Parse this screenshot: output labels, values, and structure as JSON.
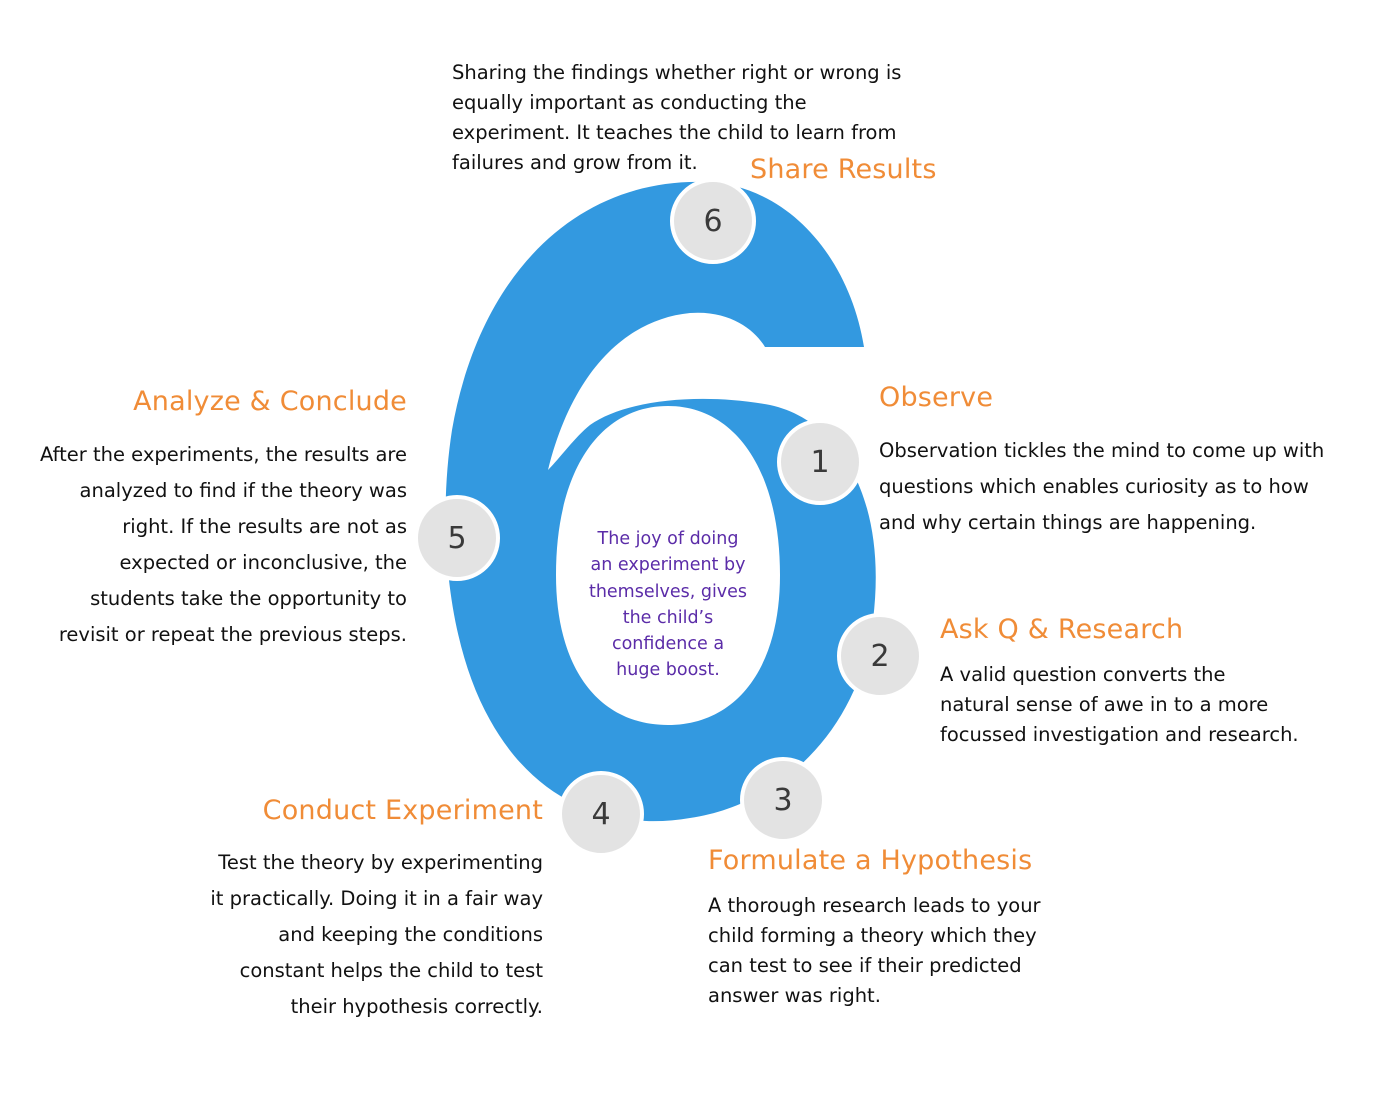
{
  "center_text": [
    "The joy of doing",
    "an experiment by",
    "themselves, gives",
    "the child’s",
    "confidence a",
    "huge boost."
  ],
  "steps": [
    {
      "number": "1",
      "title": "Observe",
      "lines": [
        "Observation tickles the mind to come up with",
        "questions which enables curiosity as to how",
        "and why certain things are happening."
      ]
    },
    {
      "number": "2",
      "title": "Ask Q & Research",
      "lines": [
        "A valid question converts the",
        "natural sense of awe in to a more",
        "focussed investigation and research."
      ]
    },
    {
      "number": "3",
      "title": "Formulate a Hypothesis",
      "lines": [
        "A thorough research leads to your",
        "child forming a theory which they",
        "can test to see if their predicted",
        "answer was right."
      ]
    },
    {
      "number": "4",
      "title": "Conduct Experiment",
      "lines": [
        "Test the theory by experimenting",
        "it practically. Doing it in a fair way",
        "and keeping the conditions",
        "constant helps the child to test",
        "their hypothesis correctly."
      ]
    },
    {
      "number": "5",
      "title": "Analyze & Conclude",
      "lines": [
        "After the experiments, the results are",
        "analyzed to find if the theory was",
        "right. If the results are not as",
        "expected or inconclusive, the",
        "students take the opportunity to",
        "revisit or repeat the previous steps."
      ]
    },
    {
      "number": "6",
      "title": "Share Results",
      "lines": [
        "Sharing the findings whether right or wrong is",
        "equally important as conducting the",
        "experiment. It teaches the child to learn from",
        "failures and grow from it."
      ]
    }
  ],
  "colors": {
    "six": "#3399e0",
    "accent": "#f08c37",
    "circle": "#e3e3e3",
    "center_text": "#5b2ca8"
  }
}
